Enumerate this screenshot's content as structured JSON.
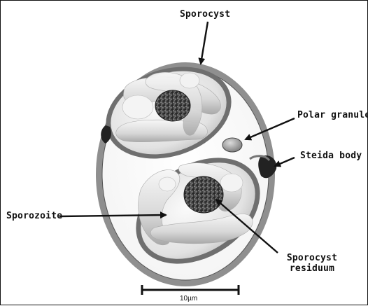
{
  "labels": {
    "sporocyst": "Sporocyst",
    "polar_granule": "Polar granule",
    "steida_body": "Steida body",
    "sporozoite": "Sporozoite",
    "sporocyst_residuum_line1": "Sporocyst",
    "sporocyst_residuum_line2": "residuum"
  },
  "scale_bar": {
    "label": "10µm"
  }
}
